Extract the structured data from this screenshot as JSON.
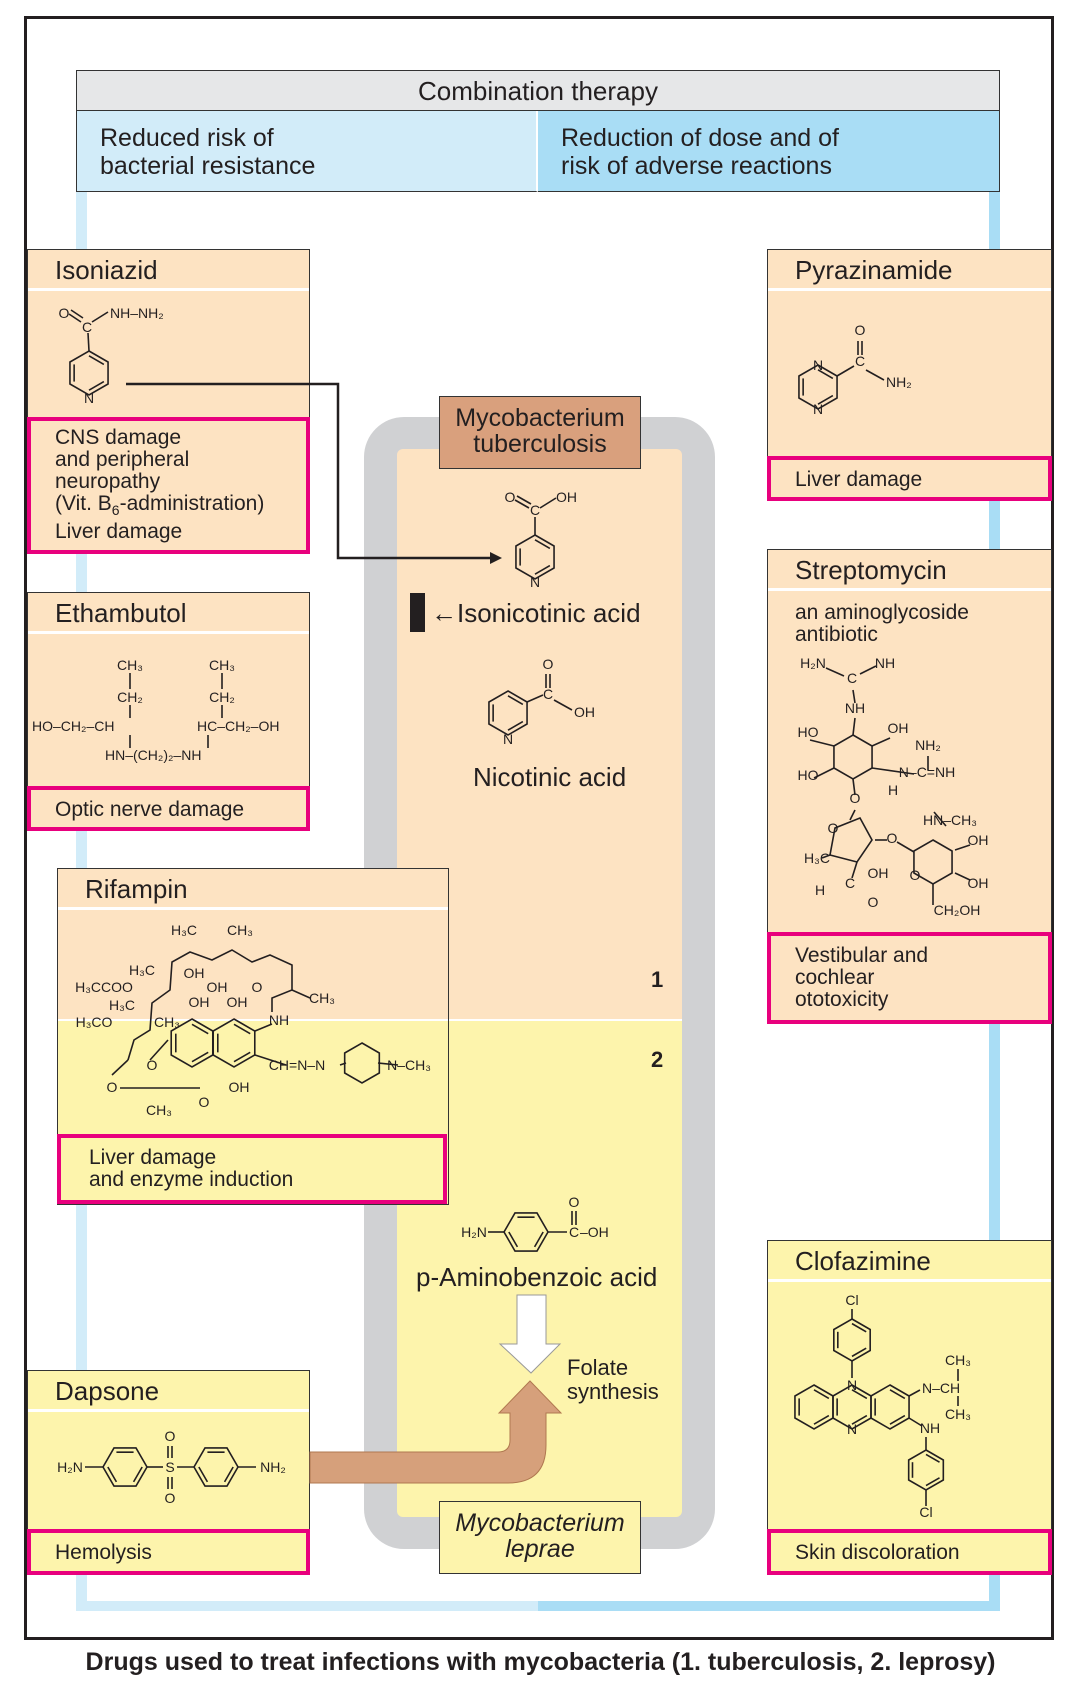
{
  "header": {
    "title": "Combination therapy",
    "left": [
      "Reduced risk of",
      "bacterial resistance"
    ],
    "right": [
      "Reduction  of dose and of",
      "risk  of adverse reactions"
    ]
  },
  "drugs": {
    "isoniazid": {
      "title": "Isoniazid",
      "effects": [
        "CNS damage",
        "and peripheral",
        "neuropathy",
        "(Vit. B",
        "6",
        "-administration)",
        "Liver damage"
      ]
    },
    "ethambutol": {
      "title": "Ethambutol",
      "effects": [
        "Optic nerve damage"
      ]
    },
    "rifampin": {
      "title": "Rifampin",
      "effects": [
        "Liver damage",
        "and enzyme induction"
      ]
    },
    "dapsone": {
      "title": "Dapsone",
      "effects": [
        "Hemolysis"
      ]
    },
    "pyrazinamide": {
      "title": "Pyrazinamide",
      "effects": [
        "Liver damage"
      ]
    },
    "streptomycin": {
      "title": "Streptomycin",
      "subtitle": [
        "an aminoglycoside",
        "antibiotic"
      ],
      "effects": [
        "Vestibular and",
        "cochlear",
        "ototoxicity"
      ]
    },
    "clofazimine": {
      "title": "Clofazimine",
      "effects": [
        "Skin discoloration"
      ]
    }
  },
  "center": {
    "tuberculosis_label": [
      "Mycobacterium",
      "tuberculosis"
    ],
    "leprae_label": [
      "Mycobacterium",
      "leprae"
    ],
    "isonicotinic": "Isonicotinic acid",
    "nicotinic": "Nicotinic acid",
    "paba": "p-Aminobenzoic acid",
    "folate": [
      "Folate",
      "synthesis"
    ],
    "section_1": "1",
    "section_2": "2"
  },
  "structures": {
    "isoniazid": [
      "O",
      "C",
      "NH–NH₂",
      "N"
    ],
    "pyrazinamide": [
      "O",
      "C",
      "NH₂",
      "N",
      "N"
    ],
    "isonicotinic": [
      "O",
      "C",
      "OH",
      "N"
    ],
    "nicotinic": [
      "O",
      "C",
      "OH",
      "N"
    ],
    "ethambutol": [
      "CH₃",
      "CH₂",
      "CH₃",
      "CH₂",
      "HO–CH₂–CH",
      "HC–CH₂–OH",
      "HN–(CH₂)₂–NH"
    ],
    "rifampin": [
      "H₃C",
      "CH₃",
      "H₃C",
      "OH",
      "H₃CCOO",
      "OH",
      "O",
      "CH₃",
      "H₃C",
      "OH",
      "OH",
      "H₃CO",
      "CH₃",
      "NH",
      "CH=N–N",
      "N–CH₃",
      "O",
      "O",
      "OH",
      "O",
      "CH₃"
    ],
    "streptomycin": [
      "H₂N",
      "C",
      "NH",
      "NH",
      "HO",
      "OH",
      "NH₂",
      "HO",
      "N–C=NH",
      "H",
      "O",
      "HN–CH₃",
      "O",
      "O",
      "OH",
      "H₃C",
      "OH",
      "O",
      "OH",
      "H",
      "C",
      "O",
      "CH₂OH"
    ],
    "clofazimine": [
      "Cl",
      "N",
      "N",
      "N–CH",
      "CH₃",
      "CH₃",
      "NH",
      "Cl"
    ],
    "dapsone": [
      "H₂N",
      "S",
      "O",
      "O",
      "NH₂"
    ],
    "paba": [
      "H₂N",
      "C",
      "O",
      "–OH"
    ]
  },
  "caption": "Drugs used to treat infections with mycobacteria (1. tuberculosis, 2. leprosy)",
  "colors": {
    "peach": "#fde3c2",
    "yellow": "#fdf4ac",
    "adverse_border": "#e8007d",
    "blue_light": "#d2ecf9",
    "blue": "#a9ddf5",
    "tb_label": "#d9a07d",
    "arrow_brown": "#d6a07b",
    "cell_wall_gray": "#d0d1d3"
  }
}
